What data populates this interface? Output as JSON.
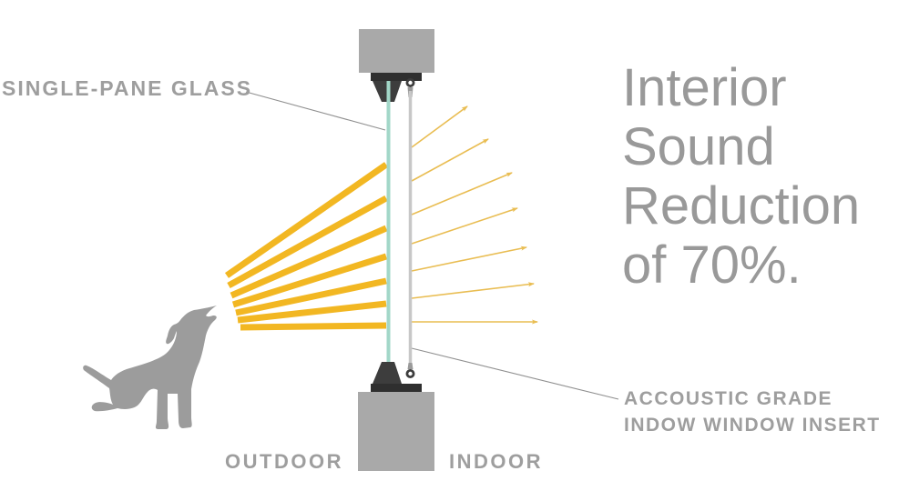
{
  "heading": {
    "lines": [
      "Interior",
      "Sound",
      "Reduction",
      "of 70%."
    ]
  },
  "labels": {
    "single_pane_glass": "SINGLE-PANE GLASS",
    "insert_line1": "ACCOUSTIC GRADE",
    "insert_line2": "INDOW WINDOW INSERT",
    "outdoor": "OUTDOOR",
    "indoor": "INDOOR"
  },
  "colors": {
    "background": "#ffffff",
    "heading_text": "#999999",
    "label_text": "#9e9e9e",
    "ray_thick": "#f2b722",
    "ray_thin": "#e9bd52",
    "glass_teal": "#a2d7c8",
    "insert_gray": "#c7c7c7",
    "frame_block": "#a9a9a9",
    "frame_dark": "#2f2f2f",
    "clamp_dark": "#3d3d3d",
    "dog_gray": "#9c9c9c",
    "leader_line": "#8f8f8f"
  },
  "icons": {
    "dog": "dog-silhouette",
    "outdoor_sound": "thick-yellow-rays",
    "indoor_sound": "thin-yellow-arrow-rays"
  },
  "sound": {
    "outdoor_ray_count": 7,
    "indoor_ray_count": 7,
    "outdoor_rays": [
      [
        249,
        303,
        424,
        181
      ],
      [
        251,
        314,
        424,
        218
      ],
      [
        254,
        325,
        424,
        251
      ],
      [
        256,
        335,
        424,
        282
      ],
      [
        259,
        344,
        424,
        309
      ],
      [
        261,
        352,
        424,
        334
      ],
      [
        264,
        360,
        424,
        358
      ]
    ],
    "indoor_rays": [
      [
        452,
        162,
        513,
        117
      ],
      [
        452,
        199,
        536,
        153
      ],
      [
        452,
        236,
        562,
        190
      ],
      [
        452,
        268,
        568,
        229
      ],
      [
        452,
        298,
        578,
        272
      ],
      [
        452,
        328,
        586,
        312
      ],
      [
        452,
        354,
        590,
        354
      ]
    ]
  }
}
